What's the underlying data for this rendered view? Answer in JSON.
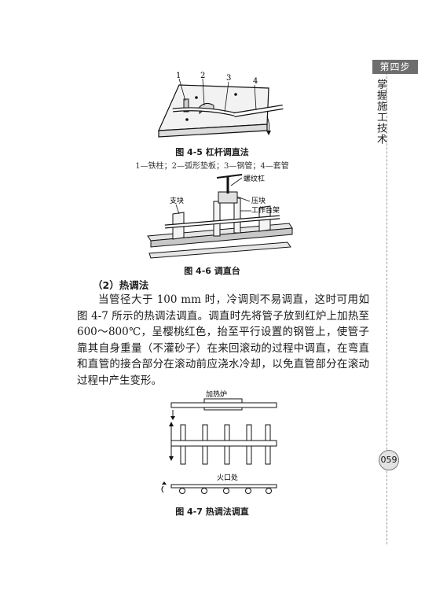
{
  "sidebar": {
    "step_tab": "第四步",
    "vertical_title": "掌握施工技术",
    "page_number": "059"
  },
  "fig45": {
    "callouts": [
      "1",
      "2",
      "3",
      "4"
    ],
    "caption": "图 4-5    杠杆调直法",
    "legend": "1—铁柱；2—弧形垫板；3—钢管；4—套管"
  },
  "fig46": {
    "labels": {
      "screw": "螺纹杠",
      "support": "支块",
      "press": "压块",
      "bench": "工作台架"
    },
    "caption": "图 4-6    调直台"
  },
  "section": {
    "heading": "（2）热调法",
    "paragraph": "当管径大于 100 mm 时，冷调则不易调直，这时可用如图 4-7 所示的热调法调直。调直时先将管子放到红炉上加热至 600～800℃，呈樱桃红色，抬至平行设置的钢管上，使管子靠其自身重量（不灌砂子）在来回滚动的过程中调直，在弯直和直管的接合部分在滚动前应浇水冷却，以免直管部分在滚动过程中产生变形。"
  },
  "fig47": {
    "labels": {
      "furnace": "加热炉",
      "fire": "火口处"
    },
    "caption": "图 4-7    热调法调直"
  }
}
